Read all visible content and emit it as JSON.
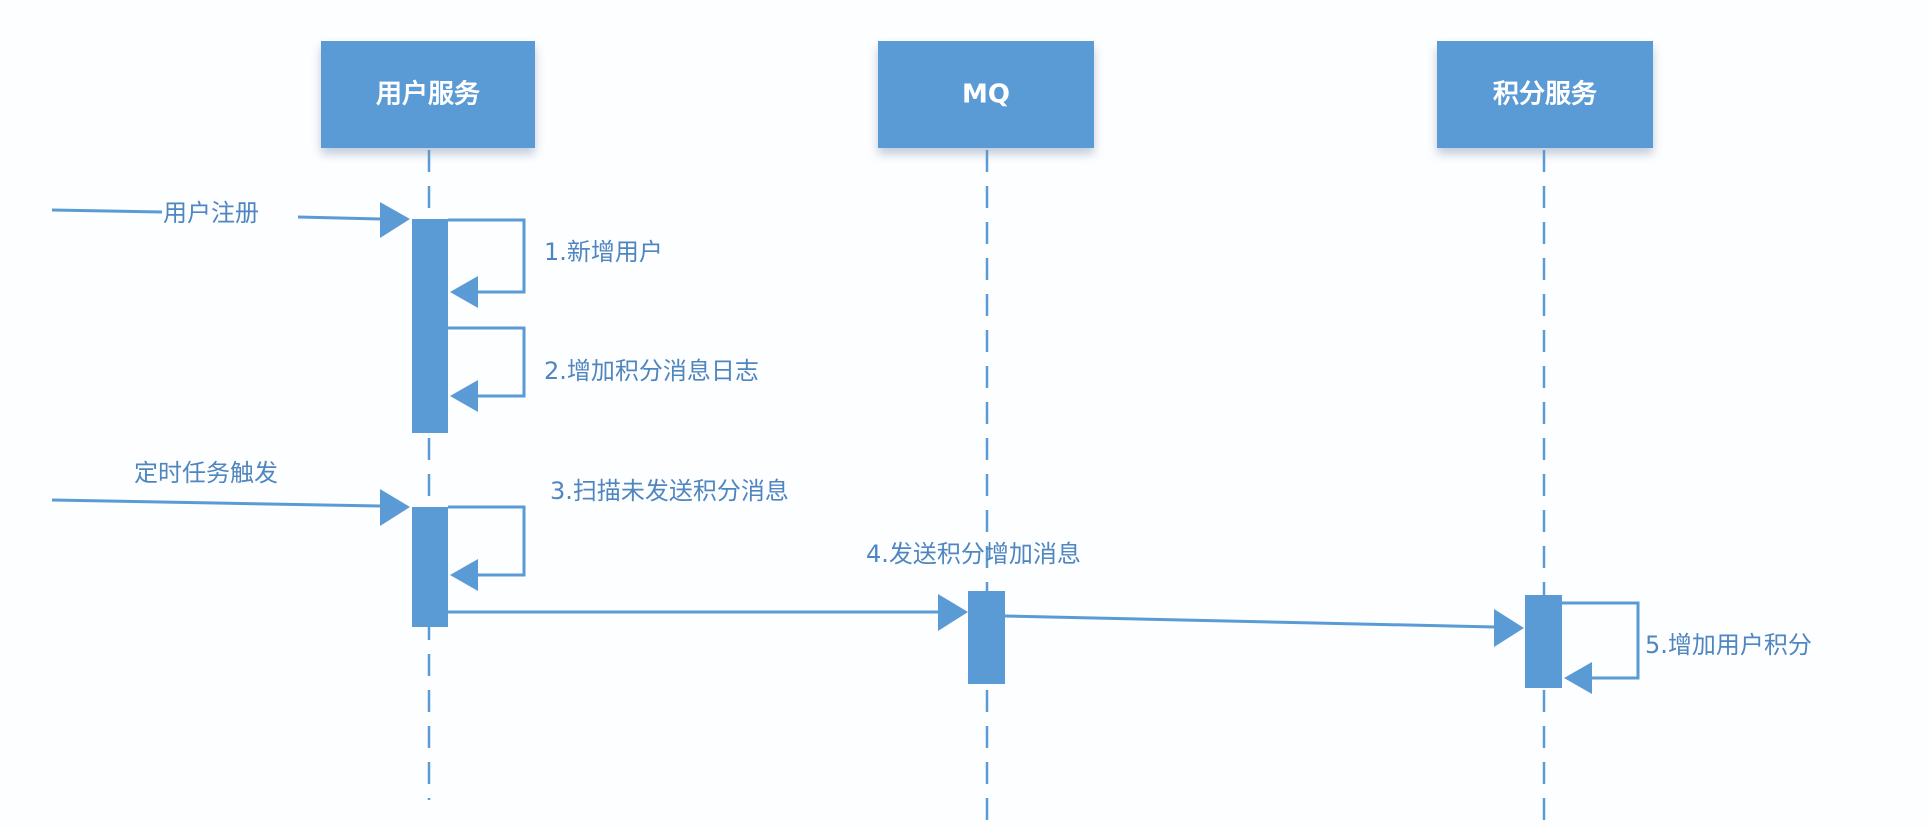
{
  "participants": [
    {
      "label": "用户服务"
    },
    {
      "label": "MQ"
    },
    {
      "label": "积分服务"
    }
  ],
  "triggers": [
    {
      "label": "用户注册"
    },
    {
      "label": "定时任务触发"
    }
  ],
  "messages": [
    {
      "label": "1.新增用户"
    },
    {
      "label": "2.增加积分消息日志"
    },
    {
      "label": "3.扫描未发送积分消息"
    },
    {
      "label": "4.发送积分增加消息"
    },
    {
      "label": "5.增加用户积分"
    }
  ],
  "colors": {
    "primary": "#5b9bd5",
    "label": "#4f86c0"
  }
}
